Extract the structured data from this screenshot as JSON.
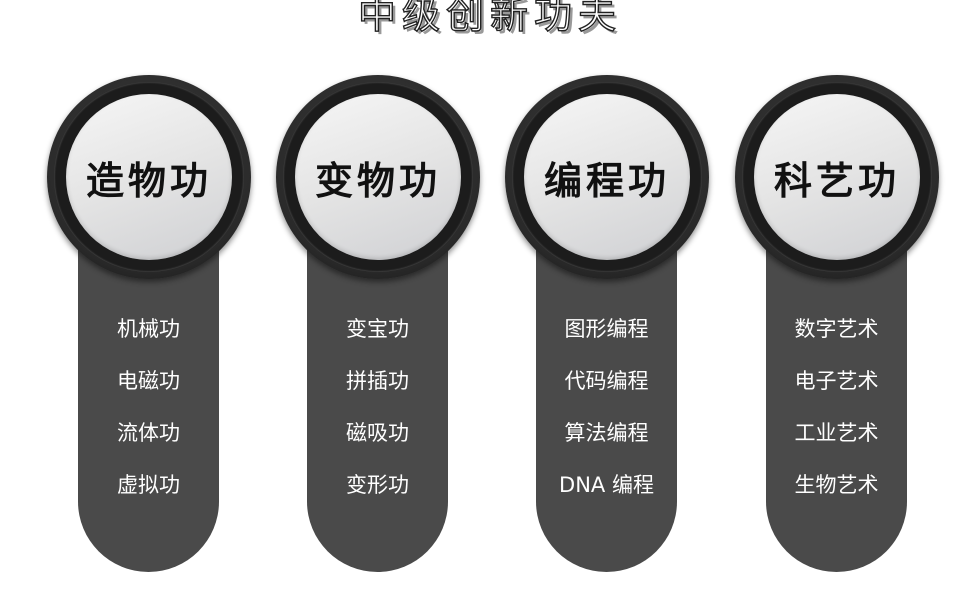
{
  "title": "中级创新功夫",
  "columns": [
    {
      "label": "造物功",
      "items": [
        "机械功",
        "电磁功",
        "流体功",
        "虚拟功"
      ]
    },
    {
      "label": "变物功",
      "items": [
        "变宝功",
        "拼插功",
        "磁吸功",
        "变形功"
      ]
    },
    {
      "label": "编程功",
      "items": [
        "图形编程",
        "代码编程",
        "算法编程",
        "DNA 编程"
      ]
    },
    {
      "label": "科艺功",
      "items": [
        "数字艺术",
        "电子艺术",
        "工业艺术",
        "生物艺术"
      ]
    }
  ],
  "colors": {
    "pill": "#4a4a4a",
    "ring": "#222222",
    "disc": "#e4e4e4",
    "item_text": "#ffffff"
  }
}
